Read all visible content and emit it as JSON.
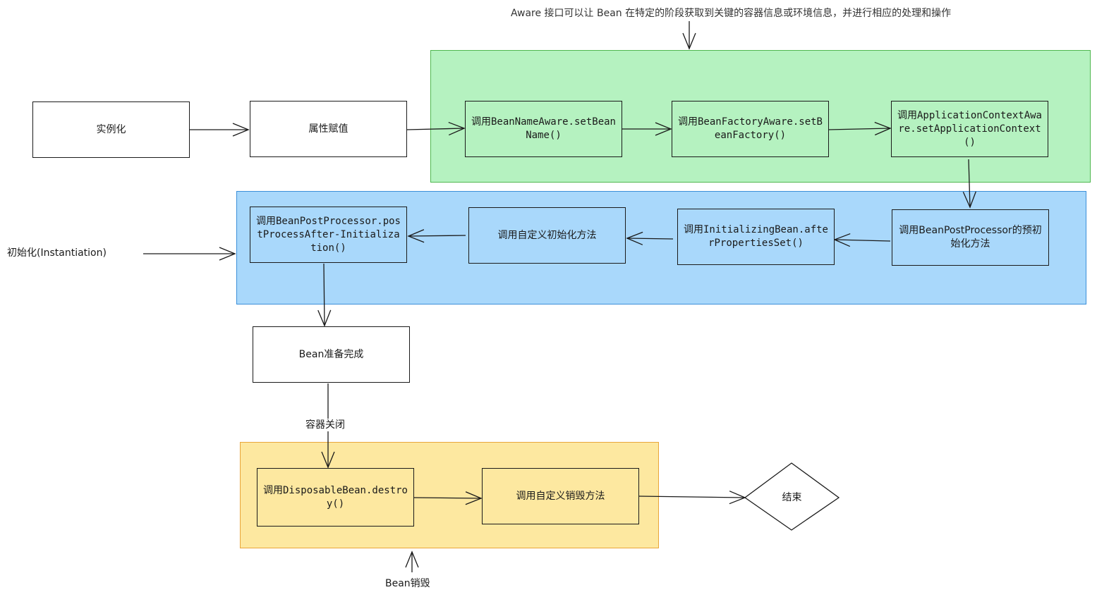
{
  "colors": {
    "aware_region_fill": "#b5f2c0",
    "aware_region_border": "#4fb84f",
    "init_region_fill": "#a9d8fb",
    "init_region_border": "#3b8fd9",
    "destroy_region_fill": "#fde8a0",
    "destroy_region_border": "#e8a53a",
    "line": "#1a1a1a"
  },
  "annotations": {
    "aware_note": "Aware 接口可以让 Bean 在特定的阶段获取到关键的容器信息或环境信息，并进行相应的处理和操作",
    "init_label": "初始化(Instantiation)",
    "container_close": "容器关闭",
    "destroy_label": "Bean销毁"
  },
  "nodes": {
    "instantiate": "实例化",
    "populate": "属性赋值",
    "bean_name_aware": "调用BeanNameAware.setBeanName()",
    "bean_factory_aware": "调用BeanFactoryAware.setBeanFactory()",
    "app_context_aware": "调用ApplicationContextAware.setApplicationContext()",
    "bpp_before": "调用BeanPostProcessor的预初始化方法",
    "initializing_bean": "调用InitializingBean.afterPropertiesSet()",
    "custom_init": "调用自定义初始化方法",
    "bpp_after": "调用BeanPostProcessor.postProcessAfter-Initialization()",
    "bean_ready": "Bean准备完成",
    "disposable_bean": "调用DisposableBean.destroy()",
    "custom_destroy": "调用自定义销毁方法",
    "end": "结束"
  }
}
